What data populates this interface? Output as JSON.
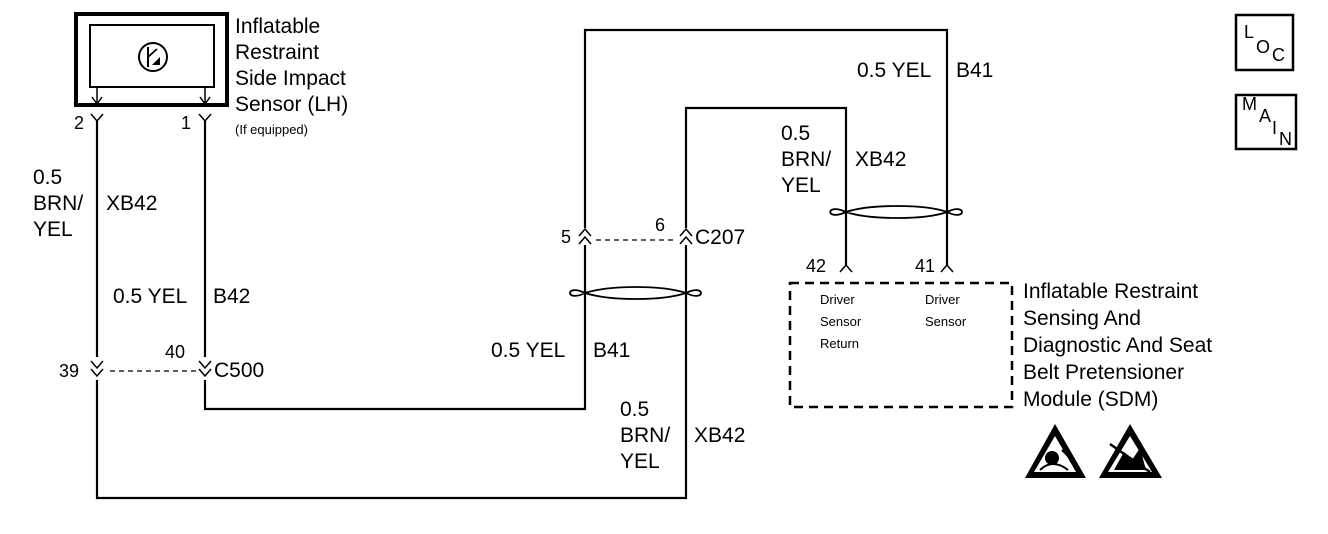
{
  "sensor": {
    "title": [
      "Inflatable",
      "Restraint",
      "Side Impact",
      "Sensor (LH)"
    ],
    "note": "(If equipped)",
    "pin2": "2",
    "pin1": "1"
  },
  "wires": {
    "left_size": "0.5",
    "left_color1": "BRN/",
    "left_color2": "YEL",
    "left_circuit": "XB42",
    "mid_label": "0.5 YEL",
    "mid_circuit": "B42",
    "c207_wire_label": "0.5 YEL",
    "c207_wire_circuit": "B41",
    "bottom_size": "0.5",
    "bottom_color1": "BRN/",
    "bottom_color2": "YEL",
    "bottom_circuit": "XB42",
    "top_label": "0.5 YEL",
    "top_circuit": "B41",
    "sdm_size": "0.5",
    "sdm_color1": "BRN/",
    "sdm_color2": "YEL",
    "sdm_circuit": "XB42"
  },
  "connectors": {
    "c500_pin39": "39",
    "c500_pin40": "40",
    "c500_name": "C500",
    "c207_pin5": "5",
    "c207_pin6": "6",
    "c207_name": "C207",
    "sdm_pin42": "42",
    "sdm_pin41": "41"
  },
  "sdm": {
    "pin42_label": [
      "Driver",
      "Sensor",
      "Return"
    ],
    "pin41_label": [
      "Driver",
      "Sensor"
    ],
    "title": [
      "Inflatable Restraint",
      "Sensing And",
      "Diagnostic And Seat",
      "Belt Pretensioner",
      "Module (SDM)"
    ]
  },
  "icons": {
    "loc": [
      "L",
      "O",
      "C"
    ],
    "main": [
      "M",
      "A",
      "I",
      "N"
    ]
  }
}
